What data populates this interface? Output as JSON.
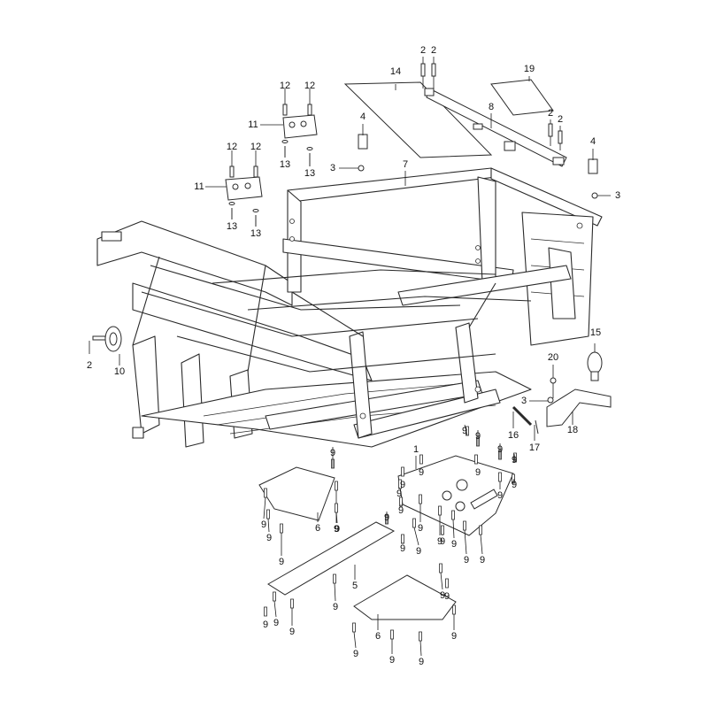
{
  "diagram": {
    "callouts": [
      {
        "id": "c1",
        "label": "1"
      },
      {
        "id": "c2a",
        "label": "2"
      },
      {
        "id": "c2b",
        "label": "2"
      },
      {
        "id": "c2c",
        "label": "2"
      },
      {
        "id": "c2d",
        "label": "2"
      },
      {
        "id": "c2e",
        "label": "2"
      },
      {
        "id": "c3a",
        "label": "3"
      },
      {
        "id": "c3b",
        "label": "3"
      },
      {
        "id": "c3c",
        "label": "3"
      },
      {
        "id": "c4a",
        "label": "4"
      },
      {
        "id": "c4b",
        "label": "4"
      },
      {
        "id": "c5",
        "label": "5"
      },
      {
        "id": "c6a",
        "label": "6"
      },
      {
        "id": "c6b",
        "label": "6"
      },
      {
        "id": "c7",
        "label": "7"
      },
      {
        "id": "c8",
        "label": "8"
      },
      {
        "id": "c10",
        "label": "10"
      },
      {
        "id": "c11a",
        "label": "11"
      },
      {
        "id": "c11b",
        "label": "11"
      },
      {
        "id": "c12a",
        "label": "12"
      },
      {
        "id": "c12b",
        "label": "12"
      },
      {
        "id": "c12c",
        "label": "12"
      },
      {
        "id": "c12d",
        "label": "12"
      },
      {
        "id": "c13a",
        "label": "13"
      },
      {
        "id": "c13b",
        "label": "13"
      },
      {
        "id": "c13c",
        "label": "13"
      },
      {
        "id": "c13d",
        "label": "13"
      },
      {
        "id": "c14",
        "label": "14"
      },
      {
        "id": "c15",
        "label": "15"
      },
      {
        "id": "c16",
        "label": "16"
      },
      {
        "id": "c17",
        "label": "17"
      },
      {
        "id": "c18",
        "label": "18"
      },
      {
        "id": "c19",
        "label": "19"
      },
      {
        "id": "c20",
        "label": "20"
      }
    ],
    "fastener_label": "9",
    "fastener_count": 36
  }
}
